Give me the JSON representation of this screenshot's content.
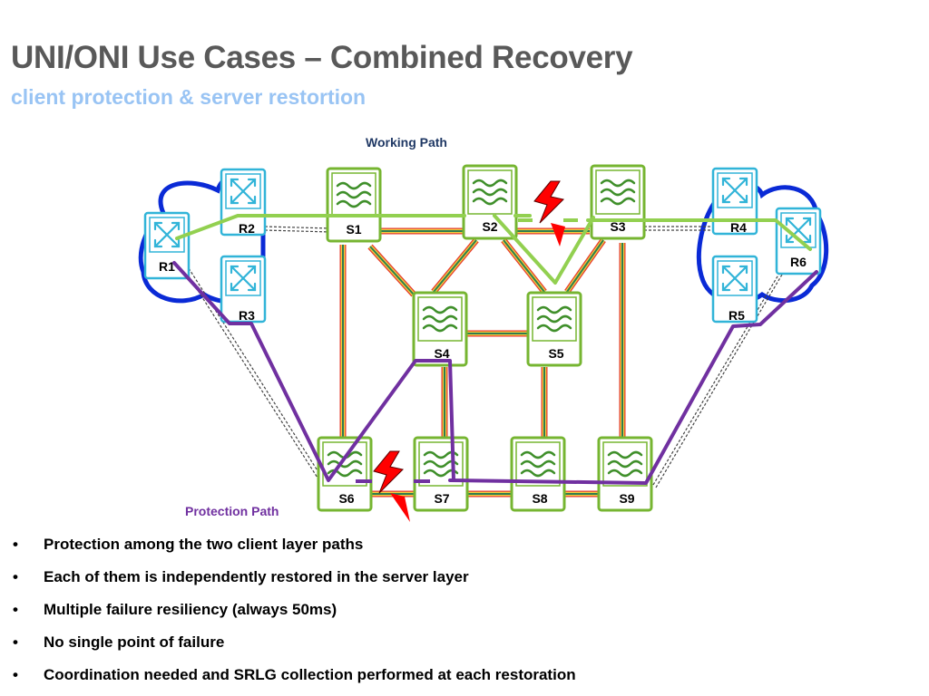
{
  "slide": {
    "title": "UNI/ONI Use Cases – Combined Recovery",
    "subtitle": "client protection & server restortion"
  },
  "diagram": {
    "working_path_label": "Working Path",
    "protection_path_label": "Protection Path",
    "routers": [
      "R1",
      "R2",
      "R3",
      "R4",
      "R5",
      "R6"
    ],
    "switches": [
      "S1",
      "S2",
      "S3",
      "S4",
      "S5",
      "S6",
      "S7",
      "S8",
      "S9"
    ],
    "colors": {
      "working_path": "#92d050",
      "protection_path": "#7030a0",
      "router_border": "#31b4d8",
      "switch_border": "#76b531",
      "cloud": "#0a2ad6",
      "failure": "#ff0000",
      "working_label": "#1f3864",
      "protection_label": "#7030a0"
    },
    "icons": {
      "router": "router-cross-arrows-icon",
      "switch": "optical-switch-waves-icon",
      "failure": "lightning-bolt-icon"
    }
  },
  "bullets": [
    "Protection among the two client layer paths",
    "Each of them is independently restored in the server layer",
    "Multiple failure resiliency (always 50ms)",
    "No single point of failure",
    "Coordination needed and SRLG collection performed at each restoration"
  ],
  "bullet_symbol": "•"
}
